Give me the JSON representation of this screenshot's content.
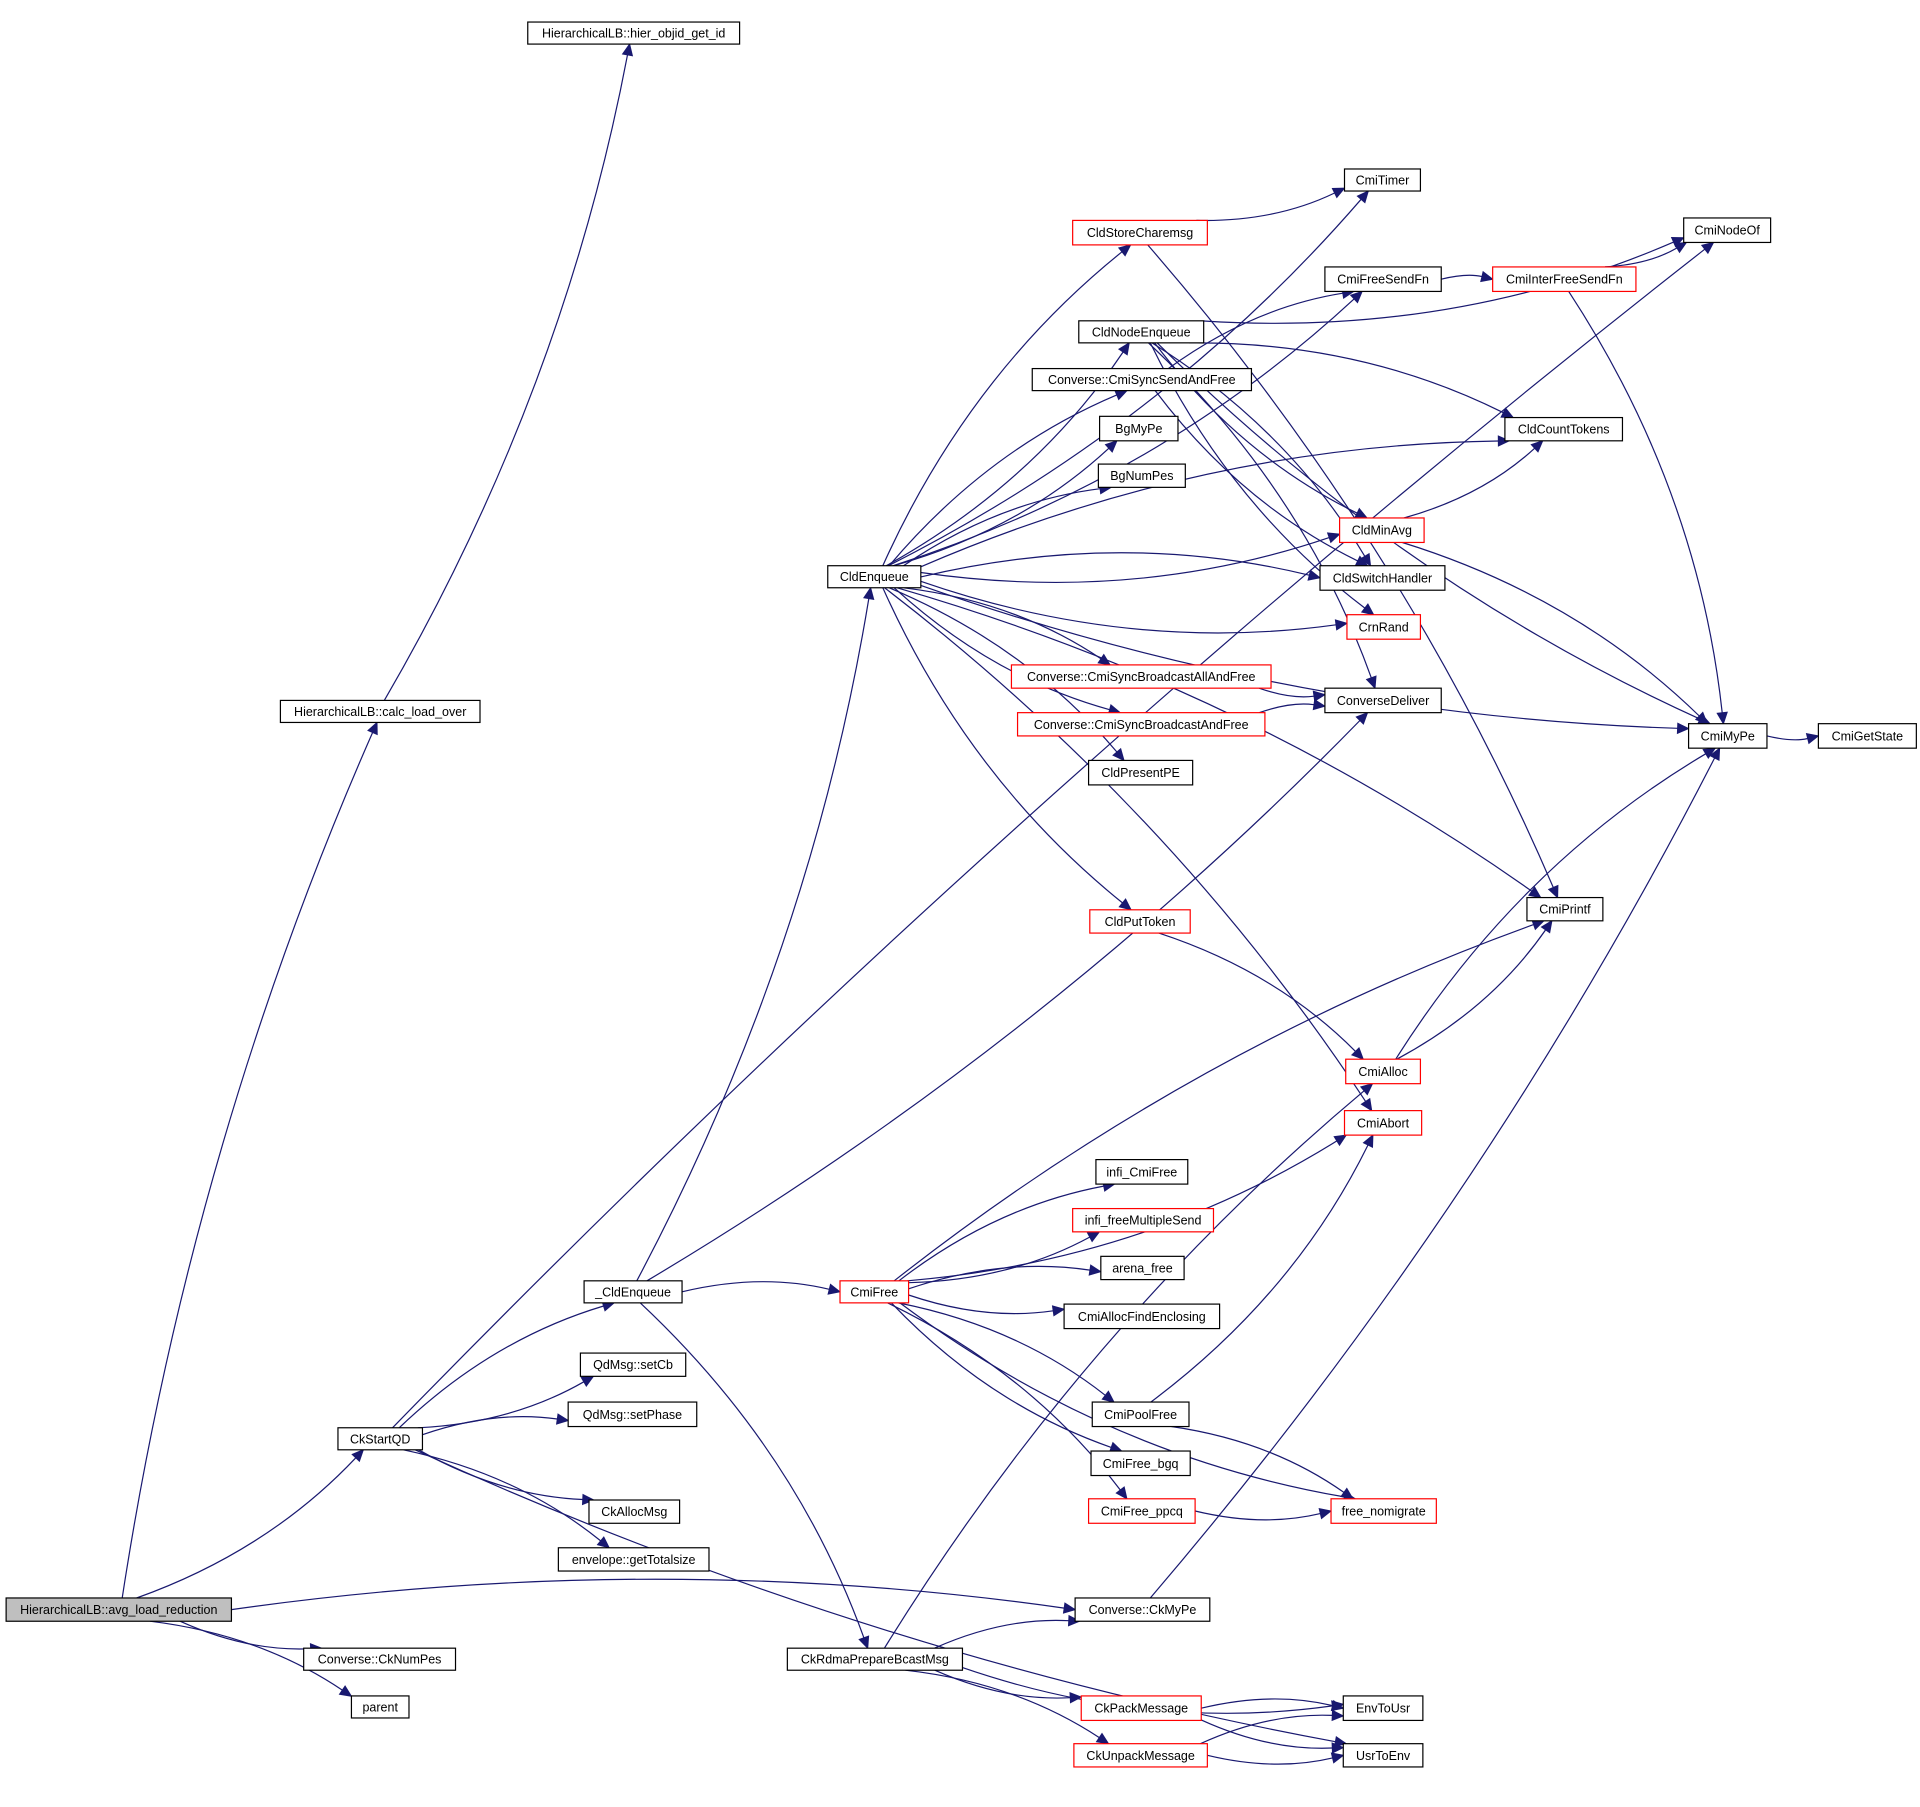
{
  "title": "HierarchicalLB::avg_load_reduction call graph",
  "colors": {
    "edge": "#191970",
    "border_default": "#000000",
    "border_incomplete": "#ff0000",
    "root_fill": "#bfbfbf"
  },
  "nodes": [
    {
      "id": "avg_load_reduction",
      "label": "HierarchicalLB::avg_load_reduction",
      "style": "root"
    },
    {
      "id": "CkNumPes",
      "label": "Converse::CkNumPes",
      "style": "normal"
    },
    {
      "id": "parent",
      "label": "parent",
      "style": "normal"
    },
    {
      "id": "CkStartQD",
      "label": "CkStartQD",
      "style": "normal"
    },
    {
      "id": "calc_load_over",
      "label": "HierarchicalLB::calc_load_over",
      "style": "normal"
    },
    {
      "id": "hier_objid_get_id",
      "label": "HierarchicalLB::hier_objid_get_id",
      "style": "normal"
    },
    {
      "id": "_CldEnqueue",
      "label": "_CldEnqueue",
      "style": "normal"
    },
    {
      "id": "setCb",
      "label": "QdMsg::setCb",
      "style": "normal"
    },
    {
      "id": "setPhase",
      "label": "QdMsg::setPhase",
      "style": "normal"
    },
    {
      "id": "CkAllocMsg",
      "label": "CkAllocMsg",
      "style": "normal"
    },
    {
      "id": "getTotalsize",
      "label": "envelope::getTotalsize",
      "style": "normal"
    },
    {
      "id": "CldEnqueue",
      "label": "CldEnqueue",
      "style": "normal"
    },
    {
      "id": "CmiFree",
      "label": "CmiFree",
      "style": "red"
    },
    {
      "id": "CkRdmaPrepareBcastMsg",
      "label": "CkRdmaPrepareBcastMsg",
      "style": "normal"
    },
    {
      "id": "CmiTimer",
      "label": "CmiTimer",
      "style": "normal"
    },
    {
      "id": "CldStoreCharemsg",
      "label": "CldStoreCharemsg",
      "style": "red"
    },
    {
      "id": "CldNodeEnqueue",
      "label": "CldNodeEnqueue",
      "style": "normal"
    },
    {
      "id": "CmiSyncSendAndFree",
      "label": "Converse::CmiSyncSendAndFree",
      "style": "normal"
    },
    {
      "id": "BgMyPe",
      "label": "BgMyPe",
      "style": "normal"
    },
    {
      "id": "BgNumPes",
      "label": "BgNumPes",
      "style": "normal"
    },
    {
      "id": "CmiSyncBroadcastAllAndFree",
      "label": "Converse::CmiSyncBroadcastAllAndFree",
      "style": "red"
    },
    {
      "id": "CmiSyncBroadcastAndFree",
      "label": "Converse::CmiSyncBroadcastAndFree",
      "style": "red"
    },
    {
      "id": "CldPresentPE",
      "label": "CldPresentPE",
      "style": "normal"
    },
    {
      "id": "CldPutToken",
      "label": "CldPutToken",
      "style": "red"
    },
    {
      "id": "CmiFreeSendFn",
      "label": "CmiFreeSendFn",
      "style": "normal"
    },
    {
      "id": "CmiInterFreeSendFn",
      "label": "CmiInterFreeSendFn",
      "style": "red"
    },
    {
      "id": "CmiNodeOf",
      "label": "CmiNodeOf",
      "style": "normal"
    },
    {
      "id": "CldCountTokens",
      "label": "CldCountTokens",
      "style": "normal"
    },
    {
      "id": "CldMinAvg",
      "label": "CldMinAvg",
      "style": "red"
    },
    {
      "id": "CldSwitchHandler",
      "label": "CldSwitchHandler",
      "style": "normal"
    },
    {
      "id": "CrnRand",
      "label": "CrnRand",
      "style": "red"
    },
    {
      "id": "ConverseDeliver",
      "label": "ConverseDeliver",
      "style": "normal"
    },
    {
      "id": "CmiMyPe",
      "label": "CmiMyPe",
      "style": "normal"
    },
    {
      "id": "CmiGetState",
      "label": "CmiGetState",
      "style": "normal"
    },
    {
      "id": "CmiPrintf",
      "label": "CmiPrintf",
      "style": "normal"
    },
    {
      "id": "CmiAlloc",
      "label": "CmiAlloc",
      "style": "red"
    },
    {
      "id": "CmiAbort",
      "label": "CmiAbort",
      "style": "red"
    },
    {
      "id": "infi_CmiFree",
      "label": "infi_CmiFree",
      "style": "normal"
    },
    {
      "id": "infi_freeMultipleSend",
      "label": "infi_freeMultipleSend",
      "style": "red"
    },
    {
      "id": "arena_free",
      "label": "arena_free",
      "style": "normal"
    },
    {
      "id": "CmiAllocFindEnclosing",
      "label": "CmiAllocFindEnclosing",
      "style": "normal"
    },
    {
      "id": "CmiPoolFree",
      "label": "CmiPoolFree",
      "style": "normal"
    },
    {
      "id": "CmiFree_bgq",
      "label": "CmiFree_bgq",
      "style": "normal"
    },
    {
      "id": "CmiFree_ppcq",
      "label": "CmiFree_ppcq",
      "style": "red"
    },
    {
      "id": "free_nomigrate",
      "label": "free_nomigrate",
      "style": "red"
    },
    {
      "id": "CkMyPe",
      "label": "Converse::CkMyPe",
      "style": "normal"
    },
    {
      "id": "CkPackMessage",
      "label": "CkPackMessage",
      "style": "red"
    },
    {
      "id": "CkUnpackMessage",
      "label": "CkUnpackMessage",
      "style": "red"
    },
    {
      "id": "EnvToUsr",
      "label": "EnvToUsr",
      "style": "normal"
    },
    {
      "id": "UsrToEnv",
      "label": "UsrToEnv",
      "style": "normal"
    }
  ],
  "edges": [
    [
      "avg_load_reduction",
      "calc_load_over"
    ],
    [
      "avg_load_reduction",
      "CkStartQD"
    ],
    [
      "avg_load_reduction",
      "CkMyPe"
    ],
    [
      "avg_load_reduction",
      "CkNumPes"
    ],
    [
      "avg_load_reduction",
      "parent"
    ],
    [
      "calc_load_over",
      "hier_objid_get_id"
    ],
    [
      "CkStartQD",
      "_CldEnqueue"
    ],
    [
      "CkStartQD",
      "setCb"
    ],
    [
      "CkStartQD",
      "setPhase"
    ],
    [
      "CkStartQD",
      "CkAllocMsg"
    ],
    [
      "CkStartQD",
      "getTotalsize"
    ],
    [
      "CkStartQD",
      "UsrToEnv"
    ],
    [
      "CkStartQD",
      "CmiNodeOf"
    ],
    [
      "_CldEnqueue",
      "CldEnqueue"
    ],
    [
      "_CldEnqueue",
      "CmiFree"
    ],
    [
      "_CldEnqueue",
      "ConverseDeliver"
    ],
    [
      "_CldEnqueue",
      "CkRdmaPrepareBcastMsg"
    ],
    [
      "CldEnqueue",
      "CmiTimer"
    ],
    [
      "CldEnqueue",
      "CldStoreCharemsg"
    ],
    [
      "CldEnqueue",
      "CldNodeEnqueue"
    ],
    [
      "CldEnqueue",
      "CmiSyncSendAndFree"
    ],
    [
      "CldEnqueue",
      "BgMyPe"
    ],
    [
      "CldEnqueue",
      "BgNumPes"
    ],
    [
      "CldEnqueue",
      "CldMinAvg"
    ],
    [
      "CldEnqueue",
      "CldSwitchHandler"
    ],
    [
      "CldEnqueue",
      "CrnRand"
    ],
    [
      "CldEnqueue",
      "CmiSyncBroadcastAllAndFree"
    ],
    [
      "CldEnqueue",
      "CmiSyncBroadcastAndFree"
    ],
    [
      "CldEnqueue",
      "CldPresentPE"
    ],
    [
      "CldEnqueue",
      "CmiMyPe"
    ],
    [
      "CldEnqueue",
      "CmiPrintf"
    ],
    [
      "CldEnqueue",
      "CldPutToken"
    ],
    [
      "CldEnqueue",
      "CmiAbort"
    ],
    [
      "CldEnqueue",
      "CmiFreeSendFn"
    ],
    [
      "CldEnqueue",
      "CldCountTokens"
    ],
    [
      "CldStoreCharemsg",
      "CmiTimer"
    ],
    [
      "CldStoreCharemsg",
      "CmiPrintf"
    ],
    [
      "CldNodeEnqueue",
      "CmiNodeOf"
    ],
    [
      "CldNodeEnqueue",
      "CldCountTokens"
    ],
    [
      "CldNodeEnqueue",
      "CldMinAvg"
    ],
    [
      "CldNodeEnqueue",
      "CldSwitchHandler"
    ],
    [
      "CldNodeEnqueue",
      "CrnRand"
    ],
    [
      "CldNodeEnqueue",
      "ConverseDeliver"
    ],
    [
      "CldNodeEnqueue",
      "CmiMyPe"
    ],
    [
      "CmiSyncSendAndFree",
      "CmiFreeSendFn"
    ],
    [
      "CmiSyncSendAndFree",
      "CldSwitchHandler"
    ],
    [
      "CmiFreeSendFn",
      "CmiInterFreeSendFn"
    ],
    [
      "CmiInterFreeSendFn",
      "CmiNodeOf"
    ],
    [
      "CmiInterFreeSendFn",
      "CmiMyPe"
    ],
    [
      "CldMinAvg",
      "CldCountTokens"
    ],
    [
      "CldMinAvg",
      "CmiMyPe"
    ],
    [
      "CmiSyncBroadcastAllAndFree",
      "ConverseDeliver"
    ],
    [
      "CmiSyncBroadcastAndFree",
      "ConverseDeliver"
    ],
    [
      "CmiMyPe",
      "CmiGetState"
    ],
    [
      "CldPutToken",
      "CmiAlloc"
    ],
    [
      "CmiAlloc",
      "CmiPrintf"
    ],
    [
      "CmiAlloc",
      "CmiMyPe"
    ],
    [
      "CmiFree",
      "CmiAbort"
    ],
    [
      "CmiFree",
      "infi_CmiFree"
    ],
    [
      "CmiFree",
      "infi_freeMultipleSend"
    ],
    [
      "CmiFree",
      "arena_free"
    ],
    [
      "CmiFree",
      "CmiAllocFindEnclosing"
    ],
    [
      "CmiFree",
      "CmiPoolFree"
    ],
    [
      "CmiFree",
      "CmiFree_bgq"
    ],
    [
      "CmiFree",
      "CmiFree_ppcq"
    ],
    [
      "CmiFree",
      "free_nomigrate"
    ],
    [
      "CmiFree",
      "CmiPrintf"
    ],
    [
      "CmiPoolFree",
      "CmiAbort"
    ],
    [
      "CmiPoolFree",
      "free_nomigrate"
    ],
    [
      "CmiFree_ppcq",
      "free_nomigrate"
    ],
    [
      "CkRdmaPrepareBcastMsg",
      "CkMyPe"
    ],
    [
      "CkRdmaPrepareBcastMsg",
      "CkPackMessage"
    ],
    [
      "CkRdmaPrepareBcastMsg",
      "CkUnpackMessage"
    ],
    [
      "CkRdmaPrepareBcastMsg",
      "EnvToUsr"
    ],
    [
      "CkRdmaPrepareBcastMsg",
      "CmiAlloc"
    ],
    [
      "CkMyPe",
      "CmiMyPe"
    ],
    [
      "CkPackMessage",
      "EnvToUsr"
    ],
    [
      "CkPackMessage",
      "UsrToEnv"
    ],
    [
      "CkUnpackMessage",
      "EnvToUsr"
    ],
    [
      "CkUnpackMessage",
      "UsrToEnv"
    ]
  ]
}
